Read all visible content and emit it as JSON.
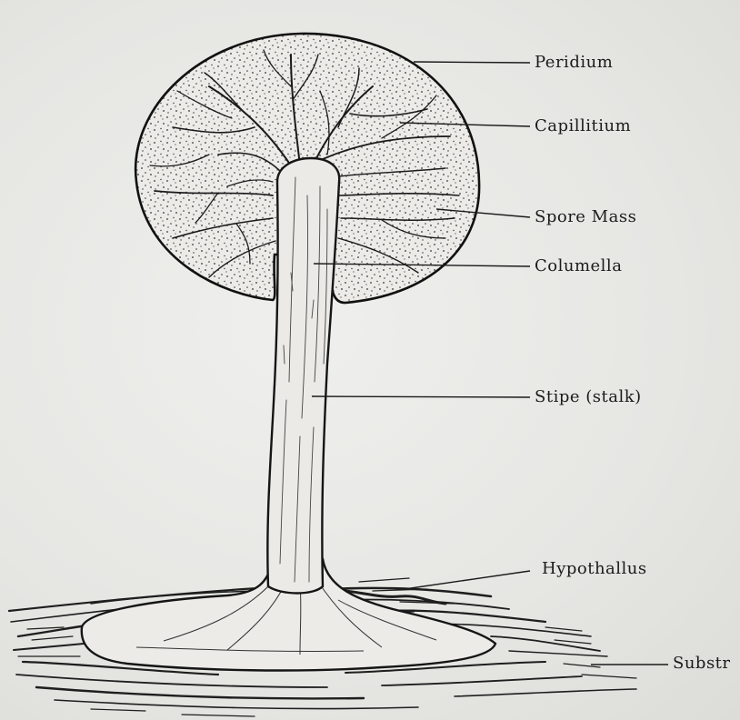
{
  "diagram": {
    "labels": {
      "peridium": "Peridium",
      "capillitium": "Capillitium",
      "spore_mass": "Spore Mass",
      "columella": "Columella",
      "stipe": "Stipe (stalk)",
      "hypothallus": "Hypothallus",
      "substrate": "Substr"
    }
  }
}
